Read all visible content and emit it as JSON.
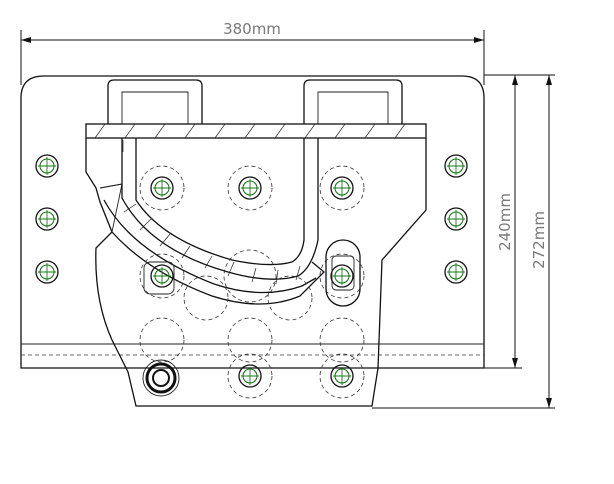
{
  "dimensions": {
    "width_label": "380mm",
    "inner_height_label": "240mm",
    "outer_height_label": "272mm"
  },
  "colors": {
    "outline": "#111111",
    "hole_centers": "#1a7a1a",
    "dim_text": "#7a7a7a"
  }
}
